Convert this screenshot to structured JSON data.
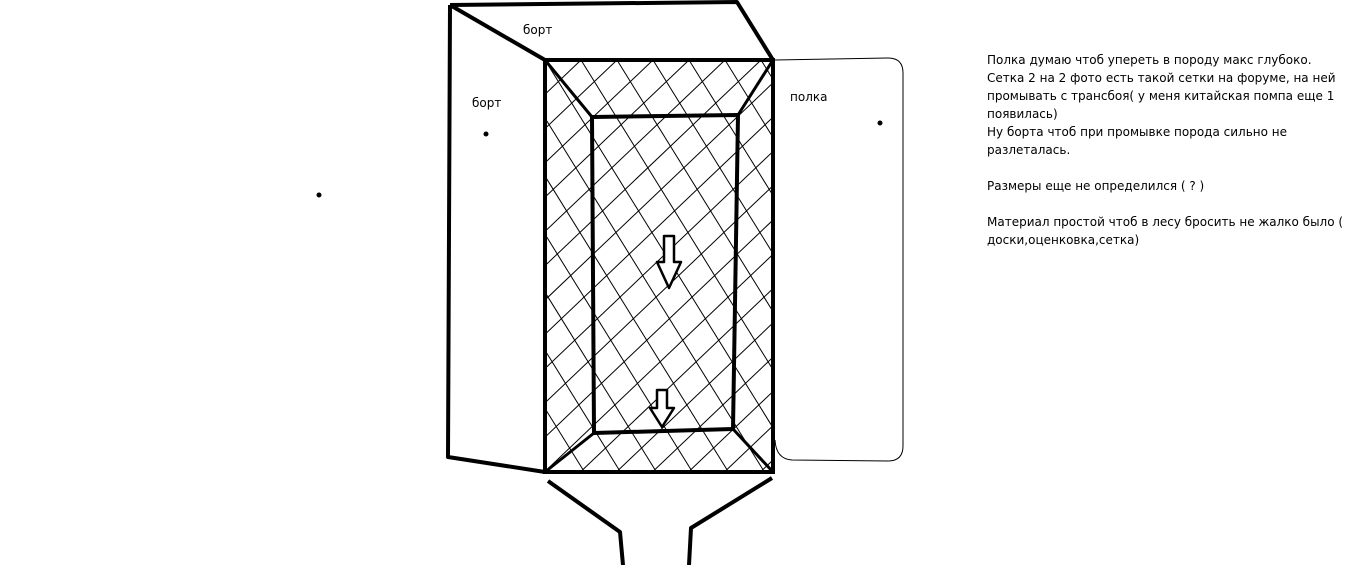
{
  "labels": {
    "side_top": "борт",
    "side_left": "борт",
    "shelf": "полка"
  },
  "notes": [
    "Полка думаю чтоб упереть в породу макс глубоко.",
    "Сетка 2 на 2 фото есть такой сетки на форуме, на ней промывать с трансбоя( у меня китайская помпа еще 1 появилась)",
    "Ну борта чтоб при промывке порода сильно не разлеталась.",
    "",
    "Размеры еще не определился ( ? )",
    "",
    "Материал простой чтоб в лесу бросить не жалко было ( доски,оценковка,сетка)"
  ],
  "colors": {
    "stroke": "#000000",
    "background": "#ffffff"
  }
}
